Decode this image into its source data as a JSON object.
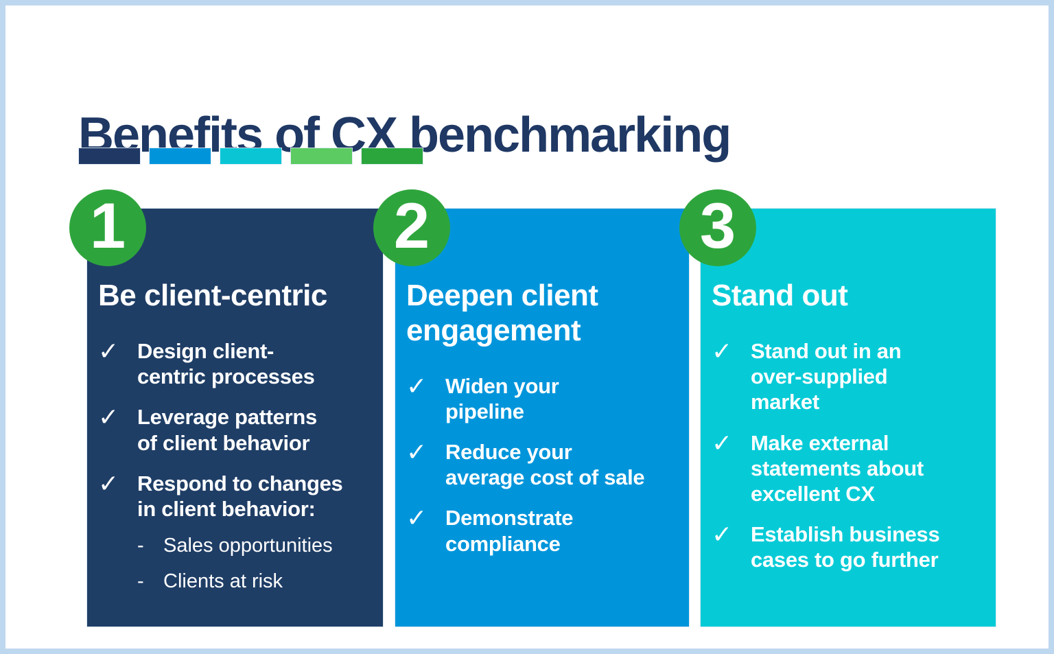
{
  "frame": {
    "border_color": "#BDD7EE",
    "background": "#FFFFFF"
  },
  "header": {
    "title": "Benefits of CX benchmarking",
    "title_color": "#1F3864",
    "accent_bar_colors": [
      "#1F3864",
      "#0095DB",
      "#0AC6D5",
      "#5CCB62",
      "#2BA63C"
    ]
  },
  "check_glyph": "✓",
  "dash_glyph": "-",
  "columns": [
    {
      "number": "1",
      "badge_color": "#2EA53C",
      "bg_color": "#1F3E66",
      "title": "Be client-centric",
      "items": [
        {
          "text": "Design client-\ncentric processes"
        },
        {
          "text": "Leverage patterns\nof client behavior"
        },
        {
          "text": "Respond to changes\nin client behavior:",
          "subitems": [
            "Sales opportunities",
            "Clients at risk"
          ]
        }
      ]
    },
    {
      "number": "2",
      "badge_color": "#2EA53C",
      "bg_color": "#0095DB",
      "title": "Deepen client\nengagement",
      "items": [
        {
          "text": "Widen your\npipeline"
        },
        {
          "text": "Reduce your\naverage cost of sale"
        },
        {
          "text": "Demonstrate\ncompliance"
        }
      ]
    },
    {
      "number": "3",
      "badge_color": "#2EA53C",
      "bg_color": "#06CBD7",
      "title": "Stand out",
      "items": [
        {
          "text": "Stand out in an\nover-supplied\nmarket"
        },
        {
          "text": "Make external\nstatements about\nexcellent CX"
        },
        {
          "text": "Establish business\ncases to go further"
        }
      ]
    }
  ]
}
